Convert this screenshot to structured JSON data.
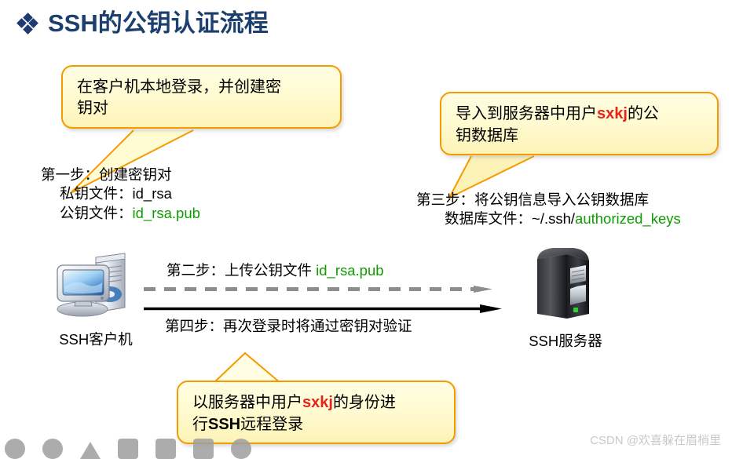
{
  "slide": {
    "title": "SSH的公钥认证流程",
    "bullet_icon": "diamond-bullet-icon"
  },
  "callouts": {
    "create_keypair": {
      "id": "callout-create",
      "line1_before": "在客户机本地登录，并创建密",
      "line2": "钥对",
      "full_text": "在客户机本地登录，并创建密钥对"
    },
    "import_pubkey": {
      "id": "callout-import",
      "part1": "导入到服务器中用户",
      "user": "sxkj",
      "part2": "的公",
      "line2": "钥数据库",
      "full_text": "导入到服务器中用户sxkj的公钥数据库"
    },
    "remote_login": {
      "id": "callout-login",
      "part1": "以服务器中用户",
      "user": "sxkj",
      "part2": "的身份进",
      "line2_prefix": "行",
      "line2_kw": "SSH",
      "line2_suffix": "远程登录",
      "full_text": "以服务器中用户sxkj的身份进行SSH远程登录"
    }
  },
  "steps": {
    "step1": {
      "heading": "第一步：创建密钥对",
      "private_label": "私钥文件：",
      "private_value": "id_rsa",
      "public_label": "公钥文件：",
      "public_value": "id_rsa.pub"
    },
    "step2": {
      "label_prefix": "第二步：上传公钥文件 ",
      "label_file": "id_rsa.pub"
    },
    "step3": {
      "heading": "第三步：将公钥信息导入公钥数据库",
      "db_label": "数据库文件：",
      "db_path_prefix": "~/.ssh/",
      "db_path_file": "authorized_keys"
    },
    "step4": {
      "label": "第四步：再次登录时将通过密钥对验证"
    }
  },
  "devices": {
    "client": {
      "caption": "SSH客户机",
      "icon": "desktop-computer-icon"
    },
    "server": {
      "caption": "SSH服务器",
      "icon": "server-tower-icon"
    }
  },
  "arrows": {
    "upload": {
      "name": "dashed-arrow-right",
      "style": "dashed",
      "color": "#8d8d8d"
    },
    "login": {
      "name": "solid-arrow-right",
      "style": "solid",
      "color": "#000000"
    }
  },
  "watermark": {
    "text": "CSDN @欢喜躲在眉梢里"
  },
  "colors": {
    "title": "#1b3f6e",
    "callout_border": "#f59b00",
    "callout_fill": "#fffbd2",
    "highlight_user": "#e8231a",
    "file_green": "#0e9d00"
  }
}
